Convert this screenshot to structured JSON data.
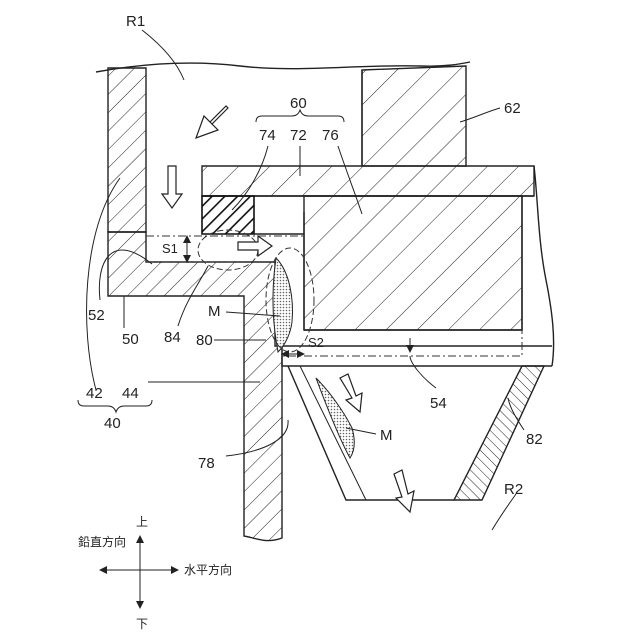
{
  "labels": {
    "r1": "R1",
    "r2": "R2",
    "n60": "60",
    "n62": "62",
    "n74": "74",
    "n72": "72",
    "n76": "76",
    "s1": "S1",
    "s2": "S2",
    "n52": "52",
    "n50": "50",
    "n84": "84",
    "m_upper": "M",
    "m_lower": "M",
    "n80": "80",
    "n54": "54",
    "n42": "42",
    "n44": "44",
    "n40": "40",
    "n78": "78",
    "n82": "82"
  },
  "axes": {
    "up": "上",
    "down": "下",
    "vertical": "鉛直方向",
    "horizontal": "水平方向"
  },
  "colors": {
    "line": "#222222",
    "stipple": "#bbbbbb",
    "background": "#ffffff"
  }
}
